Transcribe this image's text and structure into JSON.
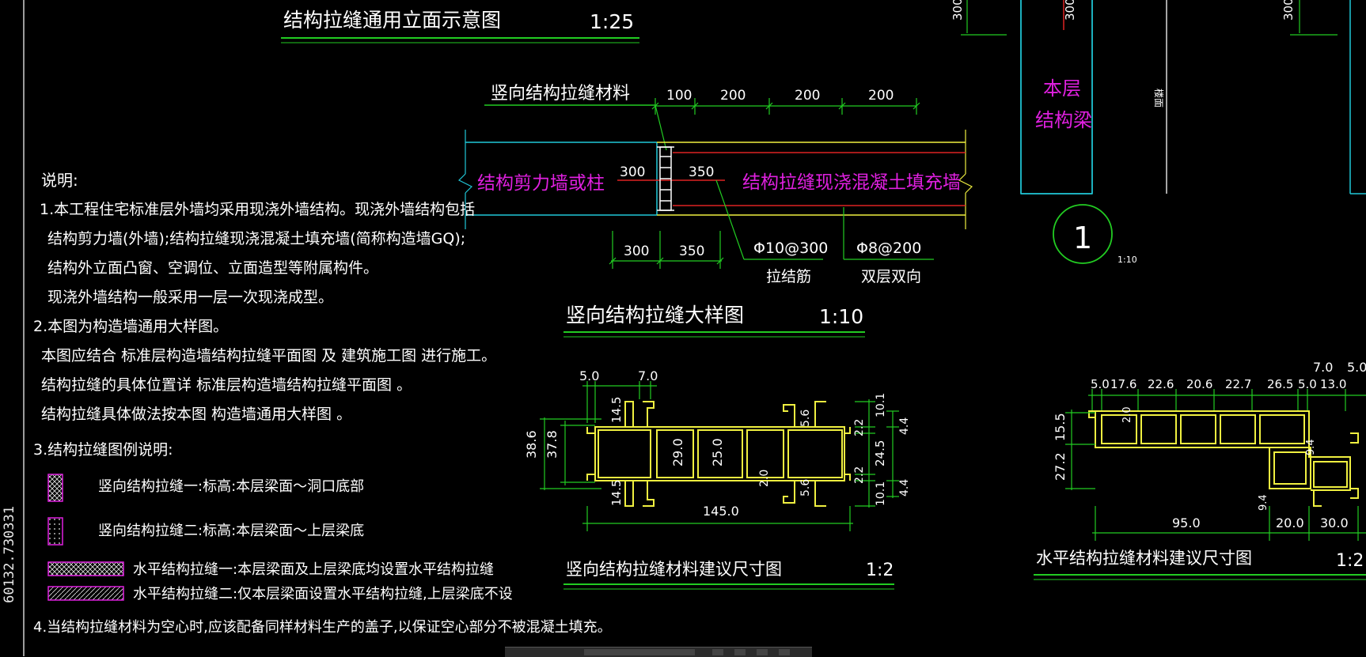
{
  "colors": {
    "background": "#000000",
    "outline_green": "#22cc22",
    "material_yellow": "#f0f040",
    "magenta_text": "#e020e0",
    "red_line": "#dd2222",
    "cyan_line": "#20c8d8",
    "white_text": "#ffffff"
  },
  "left_margin_coord": "60132.730331",
  "titles": {
    "elevation": {
      "name": "结构拉缝通用立面示意图",
      "scale": "1:25"
    },
    "vertical_detail": {
      "name": "竖向结构拉缝大样图",
      "scale": "1:10"
    },
    "vertical_material": {
      "name": "竖向结构拉缝材料建议尺寸图",
      "scale": "1:2"
    },
    "horizontal_material": {
      "name": "水平结构拉缝材料建议尺寸图",
      "scale": "1:2"
    }
  },
  "notes": {
    "heading": "说明:",
    "lines": [
      "1.本工程住宅标准层外墙均采用现浇外墙结构。现浇外墙结构包括",
      "结构剪力墙(外墙);结构拉缝现浇混凝土填充墙(简称构造墙GQ);",
      "结构外立面凸窗、空调位、立面造型等附属构件。",
      "现浇外墙结构一般采用一层一次现浇成型。",
      "2.本图为构造墙通用大样图。",
      "本图应结合 标准层构造墙结构拉缝平面图 及 建筑施工图 进行施工。",
      "结构拉缝的具体位置详 标准层构造墙结构拉缝平面图 。",
      "结构拉缝具体做法按本图 构造墙通用大样图 。",
      "3.结构拉缝图例说明:"
    ],
    "legend": [
      "竖向结构拉缝一:标高:本层梁面～洞口底部",
      "竖向结构拉缝二:标高:本层梁面～上层梁底",
      "水平结构拉缝一:本层梁面及上层梁底均设置水平结构拉缝",
      "水平结构拉缝二:仅本层梁面设置水平结构拉缝,上层梁底不设"
    ],
    "last": "4.当结构拉缝材料为空心时,应该配备同样材料生产的盖子,以保证空心部分不被混凝土填充。"
  },
  "vertical_detail": {
    "material_label": "竖向结构拉缝材料",
    "top_dims": [
      "100",
      "200",
      "200",
      "200"
    ],
    "wall_left": "结构剪力墙或柱",
    "wall_right": "结构拉缝现浇混凝土填充墙",
    "inner_dims": [
      "300",
      "350"
    ],
    "bottom_dims": [
      "300",
      "350"
    ],
    "rebar1": "Φ10@300",
    "rebar1_name": "拉结筋",
    "rebar2": "Φ8@200",
    "rebar2_name": "双层双向"
  },
  "vertical_material": {
    "dims_top": [
      "5.0",
      "7.0"
    ],
    "dims_left": [
      "38.6",
      "37.8"
    ],
    "dims_mid": [
      "14.5",
      "29.0",
      "25.0",
      "2.0",
      "14.5",
      "5.6",
      "5.6"
    ],
    "dims_right": [
      "10.1",
      "2.2",
      "24.5",
      "2.2",
      "10.1",
      "4.4",
      "4.4"
    ],
    "dim_total": "145.0"
  },
  "horizontal_material": {
    "dims_top_row1": [
      "7.0",
      "5.0"
    ],
    "dims_top_row2": [
      "5.0",
      "17.6",
      "22.6",
      "20.6",
      "22.7",
      "26.5",
      "5.0",
      "13.0"
    ],
    "dims_left": [
      "15.5",
      "27.2"
    ],
    "dims_inner": [
      "2.0",
      "9.4",
      "9.4"
    ],
    "dims_bottom": [
      "95.0",
      "20.0",
      "30.0"
    ]
  },
  "right_section": {
    "dim_300_a": "300",
    "dim_300_b": "300",
    "dim_300_c": "300",
    "beam_label_1": "本层",
    "beam_label_2": "结构梁",
    "callout_number": "1",
    "callout_scale": "1:10",
    "small_text": "楼面"
  }
}
